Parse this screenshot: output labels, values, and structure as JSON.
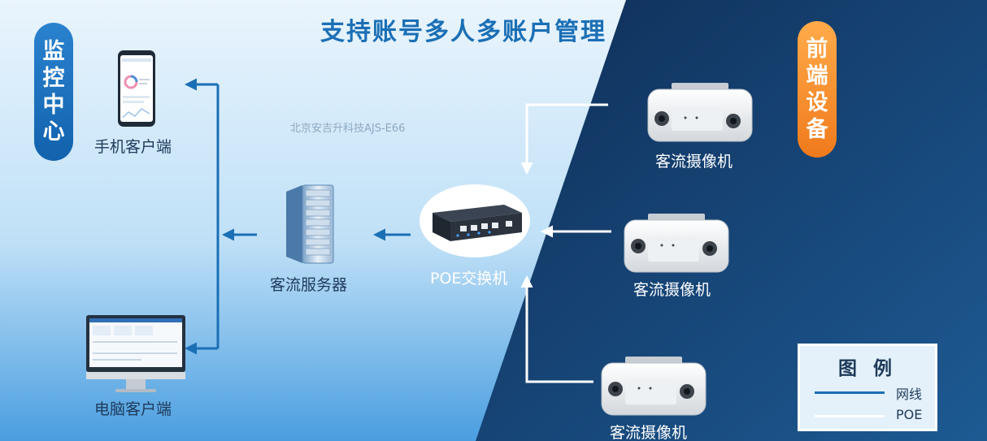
{
  "title": "支持账号多人多账户管理",
  "left_badge": [
    "监",
    "控",
    "中",
    "心"
  ],
  "right_badge": [
    "前",
    "端",
    "设",
    "备"
  ],
  "watermark": "北京安吉升科技AJS-E66",
  "nodes": {
    "phone_client": "手机客户端",
    "pc_client": "电脑客户端",
    "server": "客流服务器",
    "poe_switch": "POE交换机",
    "camera_1": "客流摄像机",
    "camera_2": "客流摄像机",
    "camera_3": "客流摄像机"
  },
  "legend": {
    "title": "图 例",
    "items": [
      {
        "label": "网线",
        "color": "#1b6fb5"
      },
      {
        "label": "POE",
        "color": "#ffffff"
      }
    ]
  }
}
